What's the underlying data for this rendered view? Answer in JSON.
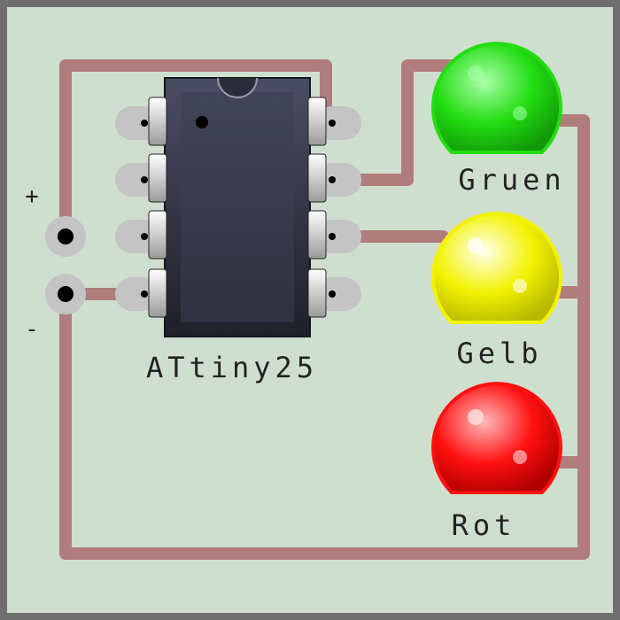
{
  "board": {
    "colors": {
      "frame": "#6f6f6f",
      "pcb": "#cfdfcf",
      "trace": "#b07c7c",
      "pad": "#c4c4c4",
      "hole": "#000000",
      "chip_body": "#2e2f3e",
      "chip_pin": "#e3e3e3"
    }
  },
  "power": {
    "plus_label": "+",
    "minus_label": "-"
  },
  "chip": {
    "label": "ATtiny25",
    "pins_per_side": 4
  },
  "leds": [
    {
      "label": "Gruen",
      "color": "#22dd11",
      "highlight": "#88ff88"
    },
    {
      "label": "Gelb",
      "color": "#f2f200",
      "highlight": "#ffffc8"
    },
    {
      "label": "Rot",
      "color": "#ff1010",
      "highlight": "#ff9a9a"
    }
  ]
}
